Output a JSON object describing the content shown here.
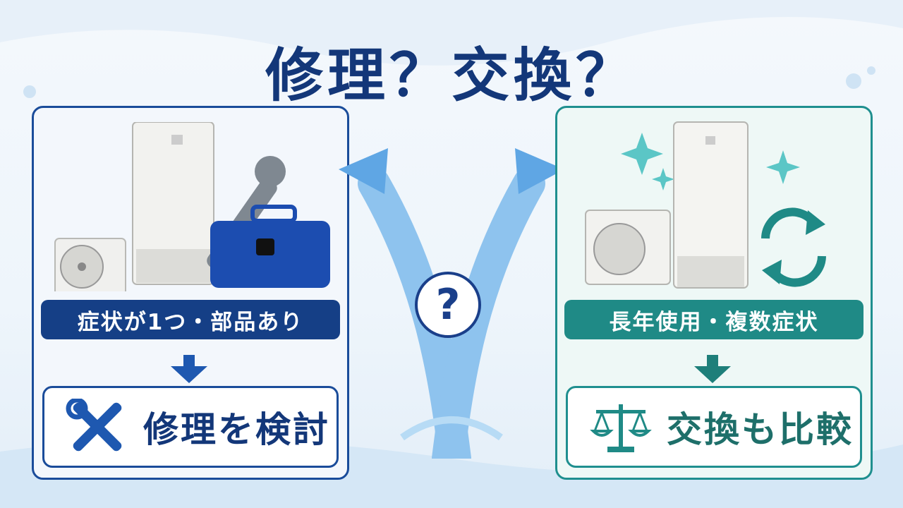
{
  "title": "修理？交換？",
  "left_panel": {
    "condition": "症状が1つ・部品あり",
    "action": "修理を検討"
  },
  "right_panel": {
    "condition": "長年使用・複数症状",
    "action": "交換も比較"
  },
  "center": {
    "question": "?"
  },
  "colors": {
    "navy": "#153f86",
    "teal": "#1f8a86",
    "water": "#7ab8ea"
  }
}
